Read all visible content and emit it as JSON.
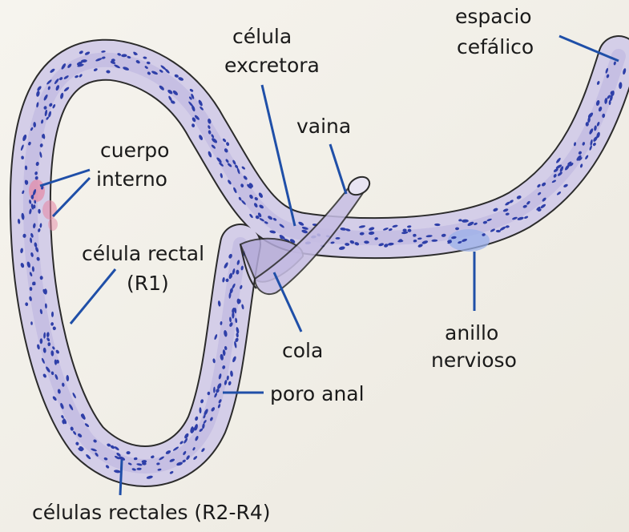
{
  "labels": {
    "espacio": "espacio",
    "cefalico": "cefálico",
    "celula": "célula",
    "excretora": "excretora",
    "vaina": "vaina",
    "cuerpo": "cuerpo",
    "interno": "interno",
    "celula_rectal": "célula rectal",
    "r1": "(R1)",
    "anillo": "anillo",
    "nervioso": "nervioso",
    "cola": "cola",
    "poro_anal": "poro anal",
    "celulas_rectales": "células rectales (R2-R4)"
  },
  "colors": {
    "body_fill": "#cfc9e6",
    "outline": "#2b2b2b",
    "nuclei": "#2e3fa8",
    "pointer": "#1f4fa8",
    "pink": "#e58aa6",
    "nerve_ring": "#9bb0ea",
    "background": "#f3f1ea"
  }
}
